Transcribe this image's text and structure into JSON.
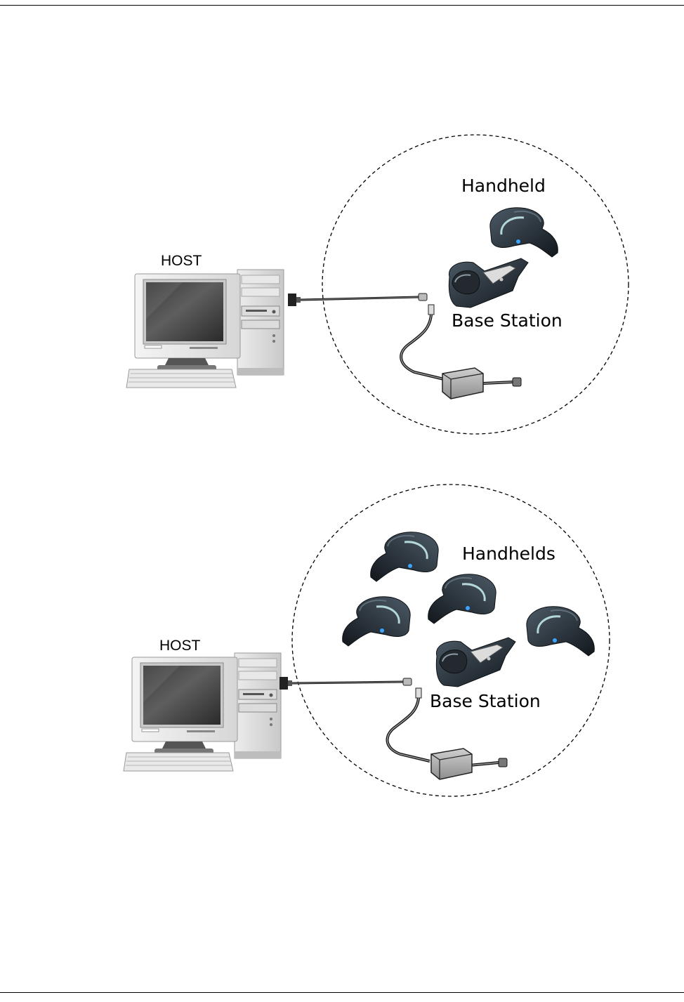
{
  "diagrams": [
    {
      "id": "single",
      "host_label": "HOST",
      "handheld_label": "Handheld",
      "base_label": "Base Station",
      "handheld_count": 1
    },
    {
      "id": "multi",
      "host_label": "HOST",
      "handheld_label": "Handhelds",
      "base_label": "Base Station",
      "handheld_count": 4
    }
  ],
  "icons": [
    "host-computer-icon",
    "handheld-scanner-icon",
    "base-station-icon",
    "power-supply-icon",
    "power-plug-icon"
  ]
}
